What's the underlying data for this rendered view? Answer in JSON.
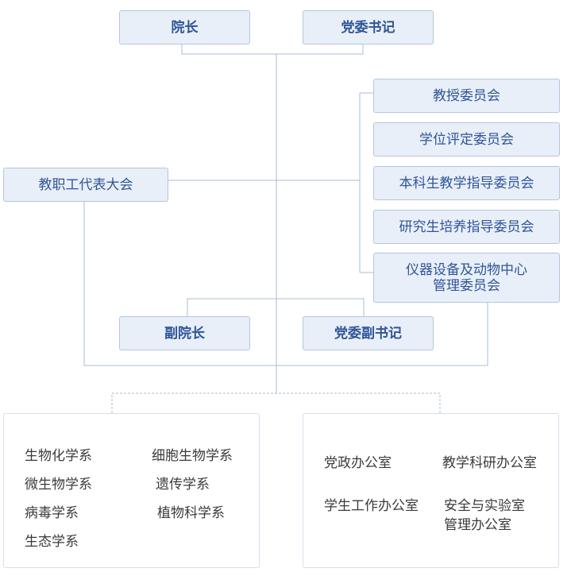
{
  "top": {
    "president": "院长",
    "party_secretary": "党委书记"
  },
  "staff_congress": "教职工代表大会",
  "committees": [
    "教授委员会",
    "学位评定委员会",
    "本科生教学指导委员会",
    "研究生培养指导委员会",
    "仪器设备及动物中心管理委员会"
  ],
  "committee_last_lines": [
    "仪器设备及动物中心",
    "管理委员会"
  ],
  "middle": {
    "vice_president": "副院长",
    "deputy_party_secretary": "党委副书记"
  },
  "departments": [
    "生物化学系",
    "细胞生物学系",
    "微生物学系",
    "遗传学系",
    "病毒学系",
    "植物科学系",
    "生态学系"
  ],
  "offices": [
    "党政办公室",
    "教学科研办公室",
    "学生工作办公室",
    "安全与实验室管理办公室"
  ],
  "office_last_lines": [
    "安全与实验室",
    "管理办公室"
  ],
  "colors": {
    "box_fill": "#e9eff8",
    "box_border": "#b4c6de",
    "box_text": "#2f5598",
    "line": "#a9bcd6",
    "dept_text": "#3b3b3b"
  }
}
